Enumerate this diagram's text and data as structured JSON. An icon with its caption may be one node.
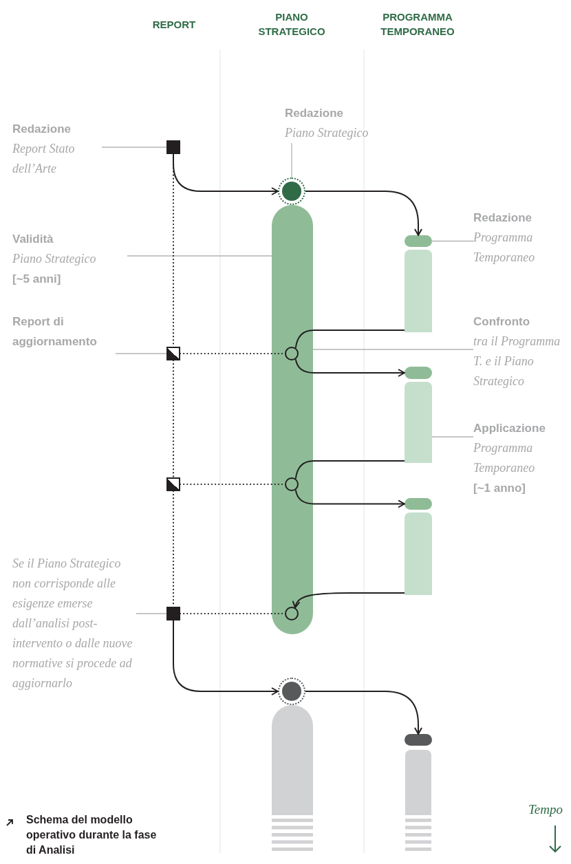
{
  "diagram": {
    "caption": "Schema del modello operativo durante la fase di Analisi",
    "labels": [
      "REPORT",
      "PIANO STRATEGICO",
      "PROGRAMMA TEMPORANEO",
      "Tempo"
    ],
    "nodes": [
      {
        "text": [
          "Redazione",
          "Piano Strategico"
        ]
      },
      {
        "text": [
          "Redazione",
          "Report Stato dell’Arte"
        ]
      },
      {
        "text": [],
        "shape": "box"
      },
      {
        "text": [],
        "shape": "circle"
      },
      {
        "text": [],
        "shape": "bar"
      },
      {
        "text": [
          "Redazione",
          "Programma Temporaneo"
        ]
      },
      {
        "text": [],
        "shape": "bar"
      },
      {
        "text": [],
        "shape": "bar"
      },
      {
        "text": [
          "Validità",
          "Piano Strategico",
          "[~5 anni]"
        ]
      },
      {
        "text": [
          "Report di aggiornamento"
        ]
      },
      {
        "text": [],
        "shape": "box"
      },
      {
        "text": [],
        "shape": "circle",
        "in": 4
      },
      {
        "text": [
          "Confronto",
          "tra il Programma T. e il Piano Strategico"
        ]
      },
      {
        "text": [],
        "shape": "bar"
      },
      {
        "text": [],
        "shape": "bar"
      },
      {
        "text": [
          "Applicazione",
          "Programma Temporaneo",
          "[~1 anno]"
        ]
      },
      {
        "text": [],
        "shape": "box"
      },
      {
        "text": [],
        "shape": "circle",
        "in": 4
      },
      {
        "text": [],
        "shape": "bar"
      },
      {
        "text": [],
        "shape": "bar"
      },
      {
        "text": [
          "Se il Piano Strategico non corrisponde alle esigenze emerse dall’analisi post-intervento o dalle nuove normative si procede ad aggiornarlo"
        ]
      },
      {
        "text": [],
        "shape": "box"
      },
      {
        "text": [],
        "shape": "circle",
        "in": 4
      },
      {
        "text": [],
        "shape": "circle"
      },
      {
        "text": [],
        "shape": "bar"
      },
      {
        "text": [],
        "shape": "bar"
      },
      {
        "text": [],
        "shape": "bar"
      }
    ],
    "edges": [
      {
        "from": 1,
        "to": 2,
        "arrow": "none",
        "color": "#b3b3b5"
      },
      {
        "from": 0,
        "to": 3,
        "arrow": "none",
        "color": "#b3b3b5"
      },
      {
        "from": 2,
        "to": 3,
        "arrow": "to"
      },
      {
        "from": 3,
        "to": 6,
        "arrow": "to"
      },
      {
        "from": 8,
        "to": 4,
        "arrow": "none",
        "color": "#b3b3b5"
      },
      {
        "from": 5,
        "to": 6,
        "arrow": "none",
        "color": "#b3b3b5"
      },
      {
        "from": 2,
        "to": 10,
        "arrow": "none",
        "style": "dashed"
      },
      {
        "from": 9,
        "to": 10,
        "arrow": "none",
        "color": "#b3b3b5"
      },
      {
        "from": 10,
        "to": 11,
        "arrow": "none",
        "style": "dashed"
      },
      {
        "from": 7,
        "to": 11,
        "arrow": "none"
      },
      {
        "from": 11,
        "to": 13,
        "arrow": "to"
      },
      {
        "from": 12,
        "to": 4,
        "arrow": "none",
        "color": "#b3b3b5"
      },
      {
        "from": 15,
        "to": 14,
        "arrow": "none",
        "color": "#b3b3b5"
      },
      {
        "from": 10,
        "to": 16,
        "arrow": "none",
        "style": "dashed"
      },
      {
        "from": 16,
        "to": 17,
        "arrow": "none",
        "style": "dashed"
      },
      {
        "from": 14,
        "to": 17,
        "arrow": "none"
      },
      {
        "from": 17,
        "to": 18,
        "arrow": "to"
      },
      {
        "from": 16,
        "to": 21,
        "arrow": "none",
        "style": "dashed"
      },
      {
        "from": 20,
        "to": 21,
        "arrow": "none",
        "color": "#b3b3b5"
      },
      {
        "from": 21,
        "to": 22,
        "arrow": "none",
        "style": "dashed"
      },
      {
        "from": 19,
        "to": 22,
        "arrow": "to"
      },
      {
        "from": 21,
        "to": 23,
        "arrow": "to"
      },
      {
        "from": 23,
        "to": 25,
        "arrow": "to"
      }
    ]
  }
}
